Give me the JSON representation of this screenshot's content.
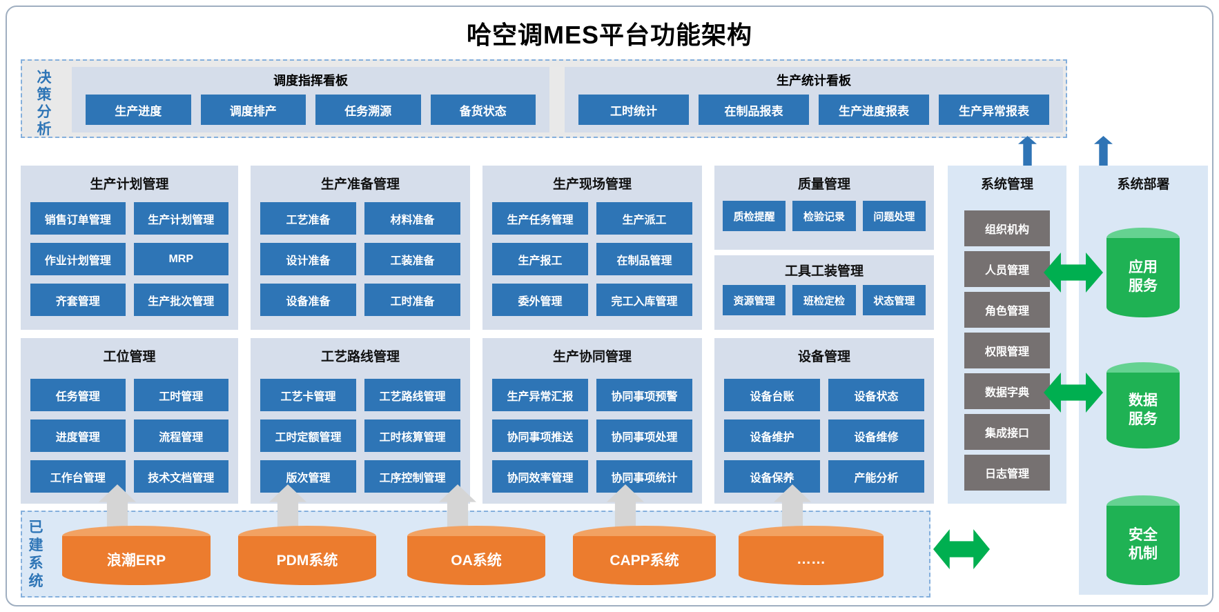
{
  "title": "哈空调MES平台功能架构",
  "decision": {
    "label": "决策分析",
    "boards": [
      {
        "title": "调度指挥看板",
        "buttons": [
          "生产进度",
          "调度排产",
          "任务溯源",
          "备货状态"
        ]
      },
      {
        "title": "生产统计看板",
        "buttons": [
          "工时统计",
          "在制品报表",
          "生产进度报表",
          "生产异常报表"
        ]
      }
    ]
  },
  "modules": [
    {
      "title": "生产计划管理",
      "buttons": [
        "销售订单管理",
        "生产计划管理",
        "作业计划管理",
        "MRP",
        "齐套管理",
        "生产批次管理"
      ]
    },
    {
      "title": "生产准备管理",
      "buttons": [
        "工艺准备",
        "材料准备",
        "设计准备",
        "工装准备",
        "设备准备",
        "工时准备"
      ]
    },
    {
      "title": "生产现场管理",
      "buttons": [
        "生产任务管理",
        "生产派工",
        "生产报工",
        "在制品管理",
        "委外管理",
        "完工入库管理"
      ]
    },
    {
      "title": "质量管理",
      "buttons": [
        "质检提醒",
        "检验记录",
        "问题处理"
      ]
    },
    {
      "title": "工具工装管理",
      "buttons": [
        "资源管理",
        "班检定检",
        "状态管理"
      ]
    },
    {
      "title": "工位管理",
      "buttons": [
        "任务管理",
        "工时管理",
        "进度管理",
        "流程管理",
        "工作台管理",
        "技术文档管理"
      ]
    },
    {
      "title": "工艺路线管理",
      "buttons": [
        "工艺卡管理",
        "工艺路线管理",
        "工时定额管理",
        "工时核算管理",
        "版次管理",
        "工序控制管理"
      ]
    },
    {
      "title": "生产协同管理",
      "buttons": [
        "生产异常汇报",
        "协同事项预警",
        "协同事项推送",
        "协同事项处理",
        "协同效率管理",
        "协同事项统计"
      ]
    },
    {
      "title": "设备管理",
      "buttons": [
        "设备台账",
        "设备状态",
        "设备维护",
        "设备维修",
        "设备保养",
        "产能分析"
      ]
    }
  ],
  "system_management": {
    "title": "系统管理",
    "buttons": [
      "组织机构",
      "人员管理",
      "角色管理",
      "权限管理",
      "数据字典",
      "集成接口",
      "日志管理"
    ]
  },
  "system_deployment": {
    "title": "系统部署",
    "cylinders": [
      "应用服务",
      "数据服务",
      "安全机制"
    ]
  },
  "existing_systems": {
    "label": "已建系统",
    "cylinders": [
      "浪潮ERP",
      "PDM系统",
      "OA系统",
      "CAPP系统",
      "……"
    ]
  },
  "colors": {
    "primary_blue": "#2E75B6",
    "panel_bg": "#D6DEEB",
    "decision_bg": "#E9E9E9",
    "gray_button": "#767171",
    "green_cylinder": "#1FB254",
    "orange_cylinder": "#EC7C2E",
    "green_arrow": "#00AF50",
    "blue_arrow": "#2F74B5",
    "gray_arrow": "#D5D5D5"
  }
}
